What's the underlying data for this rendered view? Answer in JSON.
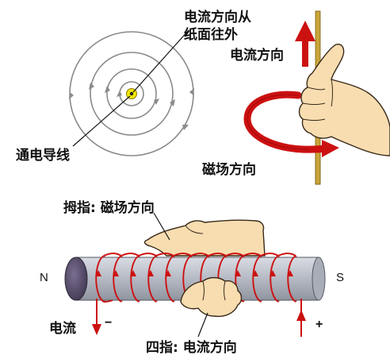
{
  "labels": {
    "wire_current_line1": "电流方向从",
    "wire_current_line2": "纸面往外",
    "wire_label": "通电导线",
    "current_direction": "电流方向",
    "field_direction": "磁场方向",
    "thumb_label": "拇指: 磁场方向",
    "fingers_label": "四指: 电流方向",
    "current_label": "电流",
    "north_pole": "N",
    "south_pole": "S",
    "minus_sign": "−",
    "plus_sign": "+"
  },
  "colors": {
    "circles": "#8a8a8a",
    "current_arrow": "#cc1111",
    "hand_fill": "#f7ddb0",
    "hand_outline": "#3a2a1a",
    "wire": "#c9a63a",
    "wire_dot": "#f3e600",
    "rod_body": "#b8bcc6",
    "rod_end": "#5a4f6c"
  },
  "icons": [
    "concentric-field-lines",
    "straight-wire-current-icon",
    "right-hand-grip-icon",
    "solenoid-icon"
  ]
}
